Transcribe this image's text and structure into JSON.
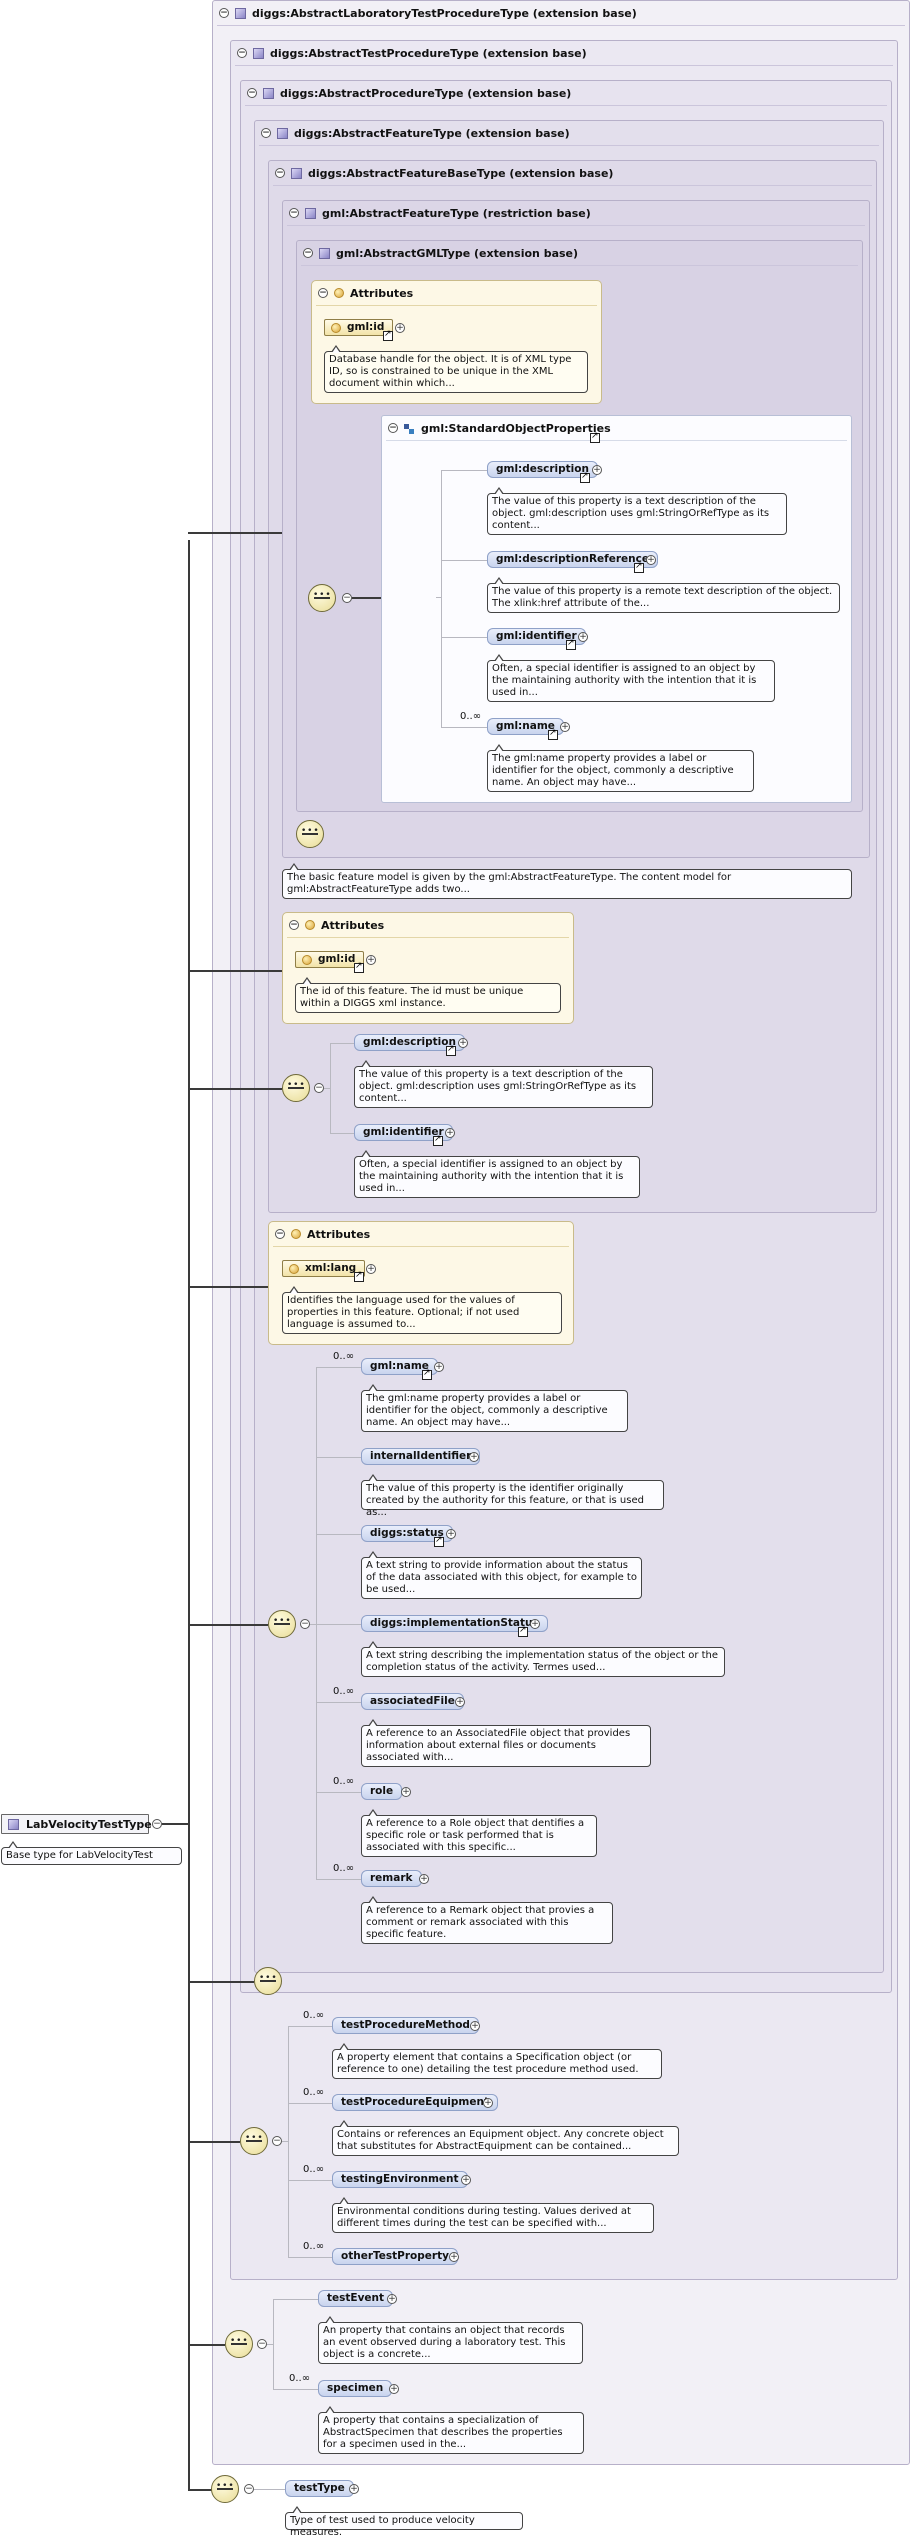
{
  "boxes": {
    "lab_test_procedure": "diggs:AbstractLaboratoryTestProcedureType (extension base)",
    "test_procedure": "diggs:AbstractTestProcedureType (extension base)",
    "procedure": "diggs:AbstractProcedureType (extension base)",
    "feature": "diggs:AbstractFeatureType (extension base)",
    "feature_base": "diggs:AbstractFeatureBaseType (extension base)",
    "gml_feature": "gml:AbstractFeatureType (restriction base)",
    "gml_gml": "gml:AbstractGMLType (extension base)",
    "std_obj_props": "gml:StandardObjectProperties"
  },
  "attributes_label": "Attributes",
  "gml_type": {
    "id_label": "gml:id",
    "id_desc": "Database handle for the object. It is of XML type ID, so is constrained to be unique in the XML document within which...",
    "description_label": "gml:description",
    "description_desc": "The value of this property is a text description of the object. gml:description uses gml:StringOrRefType as its content...",
    "description_ref_label": "gml:descriptionReference",
    "description_ref_desc": "The value of this property is a remote text description of the object. The xlink:href attribute of the...",
    "identifier_label": "gml:identifier",
    "identifier_desc": "Often, a special identifier is assigned to an object by the maintaining authority with the intention that it is used in...",
    "name_card": "0..∞",
    "name_label": "gml:name",
    "name_desc": "The gml:name property provides a label or identifier for the object, commonly a descriptive name. An object may have..."
  },
  "gml_feature_desc": "The basic feature model is given by the gml:AbstractFeatureType. The content model for gml:AbstractFeatureType adds two...",
  "feature_base": {
    "id_label": "gml:id",
    "id_desc": "The id of this feature. The id must be unique within a DIGGS xml instance.",
    "description_label": "gml:description",
    "description_desc": "The value of this property is a text description of the object. gml:description uses gml:StringOrRefType as its content...",
    "identifier_label": "gml:identifier",
    "identifier_desc": "Often, a special identifier is assigned to an object by the maintaining authority with the intention that it is used in..."
  },
  "feature": {
    "lang_label": "xml:lang",
    "lang_desc": "Identifies the language used for the values of properties in this feature. Optional; if not used language is assumed to...",
    "name_card": "0..∞",
    "name_label": "gml:name",
    "name_desc": "The gml:name property provides a label or identifier for the object, commonly a descriptive name. An object may have...",
    "internal_label": "internalIdentifier",
    "internal_desc": "The value of this property is the identifier originally created by the authority for this feature, or that is used as...",
    "status_label": "diggs:status",
    "status_desc": "A text string to provide information about the status of the data associated with this object, for example to be used...",
    "impl_label": "diggs:implementationStatus",
    "impl_desc": "A text string describing the implementation status of the object or the completion status of the activity. Termes used...",
    "file_card": "0..∞",
    "file_label": "associatedFile",
    "file_desc": "A reference to an AssociatedFile object that provides information about external files or documents associated with...",
    "role_card": "0..∞",
    "role_label": "role",
    "role_desc": "A reference to a Role object that dentifies a specific role or task performed that is associated with this specific...",
    "remark_card": "0..∞",
    "remark_label": "remark",
    "remark_desc": "A reference to a Remark object that provies a comment or remark associated with this specific feature."
  },
  "test_procedure": {
    "method_card": "0..∞",
    "method_label": "testProcedureMethod",
    "method_desc": "A property element that contains a Specification object (or reference to one) detailing the test procedure method used.",
    "equip_card": "0..∞",
    "equip_label": "testProcedureEquipment",
    "equip_desc": "Contains or references an Equipment object. Any concrete object that substitutes for AbstractEquipment can be contained...",
    "env_card": "0..∞",
    "env_label": "testingEnvironment",
    "env_desc": "Environmental conditions during testing. Values derived at different times during the test can be specified with...",
    "other_card": "0..∞",
    "other_label": "otherTestProperty"
  },
  "lab_test": {
    "event_label": "testEvent",
    "event_desc": "An property that contains an object that records an event observed during a laboratory test. This object is a concrete...",
    "specimen_card": "0..∞",
    "specimen_label": "specimen",
    "specimen_desc": "A property that contains a specialization of AbstractSpecimen that describes the properties for a specimen used in the..."
  },
  "root": {
    "label": "LabVelocityTestType",
    "desc": "Base type for LabVelocityTest",
    "test_type_label": "testType",
    "test_type_desc": "Type of test used to produce velocity measures."
  }
}
